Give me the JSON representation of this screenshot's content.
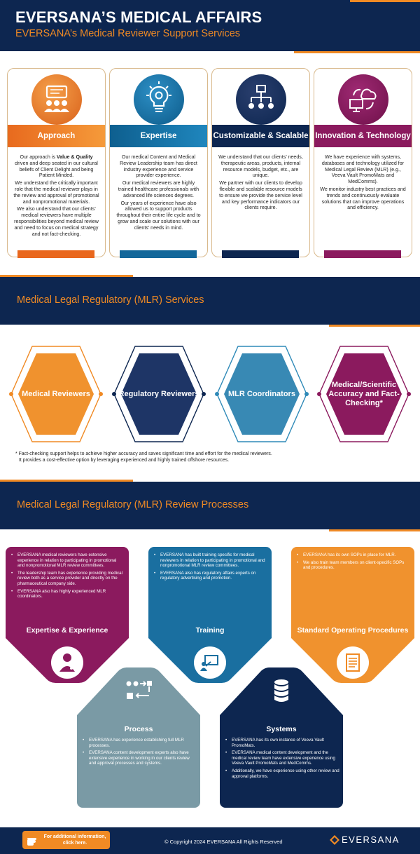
{
  "header": {
    "title": "EVERSANA’S MEDICAL AFFAIRS",
    "subtitle": "EVERSANA’s Medical Reviewer Support Services"
  },
  "colors": {
    "navy": "#0d2650",
    "orange": "#f08a24",
    "teal": "#1a6fa0",
    "magenta": "#8b1a5e",
    "blue": "#2f8ab8",
    "slate": "#7a9aa5"
  },
  "cards": [
    {
      "title": "Approach",
      "icon": "people-presentation-icon",
      "paragraphs": [
        [
          "Our approach is ",
          "Value & Quality",
          " driven and deep seated in our cultural beliefs of Client Delight and being Patient Minded."
        ],
        [
          "We understand the critically important role that the medical reviewer plays in the review and approval of promotional and nonpromotional materials."
        ],
        [
          "We also understand that our clients’ medical reviewers have multiple responsibilities beyond medical review and need to focus on medical strategy and not fact-checking."
        ]
      ]
    },
    {
      "title": "Expertise",
      "icon": "lightbulb-gear-icon",
      "paragraphs": [
        [
          "Our medical Content and Medical Review Leadership team has direct industry experience and service provider experience."
        ],
        [
          "Our medical reviewers are highly trained healthcare professionals with advanced life sciences degrees."
        ],
        [
          "Our years of experience have also allowed us to support products throughout their entire life cycle and to grow and scale our solutions with our clients’ needs in mind."
        ]
      ]
    },
    {
      "title": "Customizable & Scalable",
      "icon": "org-chart-icon",
      "paragraphs": [
        [
          "We understand that our clients’ needs, therapeutic areas, products, internal resource models, budget, etc., are unique."
        ],
        [
          "We partner with our clients to develop flexible and scalable resource models to ensure we provide the service level and key performance indicators our clients require."
        ]
      ]
    },
    {
      "title": "Innovation & Technology",
      "icon": "cloud-computer-icon",
      "paragraphs": [
        [
          "We have experience with systems, databases and technology utilized for Medical Legal Review (MLR) (e.g., Veeva Vault PromoMats and MedComms)."
        ],
        [
          "We monitor industry best practices and trends and continuously evaluate solutions that can improve operations and efficiency."
        ]
      ]
    }
  ],
  "mlr_services": {
    "title": "Medical Legal Regulatory (MLR) Services",
    "items": [
      "Medical Reviewers",
      "Regulatory Reviewers",
      "MLR Coordinators",
      "Medical/Scientific Accuracy and Fact-Checking*"
    ],
    "footnote_1": "* Fact-checking support helps to achieve higher accuracy and saves significant time and effort for the medical reviewers.",
    "footnote_2": "It provides a cost-effective option by leveraging experienced and highly trained offshore resources."
  },
  "processes": {
    "title": "Medical Legal Regulatory (MLR) Review Processes",
    "expertise": {
      "title": "Expertise & Experience",
      "icon": "doctor-icon",
      "bullets": [
        "EVERSANA medical reviewers have extensive experience in relation to participating in promotional and nonpromotional MLR review committees.",
        "The leadership team has experience providing medical review both as a service provider and directly on the pharmaceutical company side.",
        "EVERSANA also has highly experienced MLR coordinators."
      ]
    },
    "training": {
      "title": "Training",
      "icon": "presenter-board-icon",
      "bullets": [
        "EVERSANA has built training specific for medical reviewers in relation to participating in promotional and nonpromotional MLR review committees.",
        "EVERSANA also has regulatory affairs experts on regulatory advertising and promotion."
      ]
    },
    "sop": {
      "title": "Standard Operating Procedures",
      "icon": "document-icon",
      "bullets": [
        "EVERSANA has its own SOPs in place for MLR.",
        "We also train team members on client-specific SOPs and procedures."
      ]
    },
    "process": {
      "title": "Process",
      "icon": "workflow-icon",
      "bullets": [
        "EVERSANA has experience establishing full MLR processes.",
        "EVERSANA content development experts also have extensive experience in working in our clients review and approval processes and systems."
      ]
    },
    "systems": {
      "title": "Systems",
      "icon": "database-icon",
      "bullets": [
        "EVERSANA has its own instance of Veeva Vault PromoMats.",
        "EVERSANA medical content development and the medical review team have extensive experience using Veeva Vault PromoMats and MedComms.",
        "Additionally, we have experience using other review and approval platforms."
      ]
    }
  },
  "footer": {
    "cta": "For additional information, click here.",
    "copyright": "© Copyright 2024 EVERSANA   All Rights Reserved",
    "logo": "EVERSANA"
  }
}
